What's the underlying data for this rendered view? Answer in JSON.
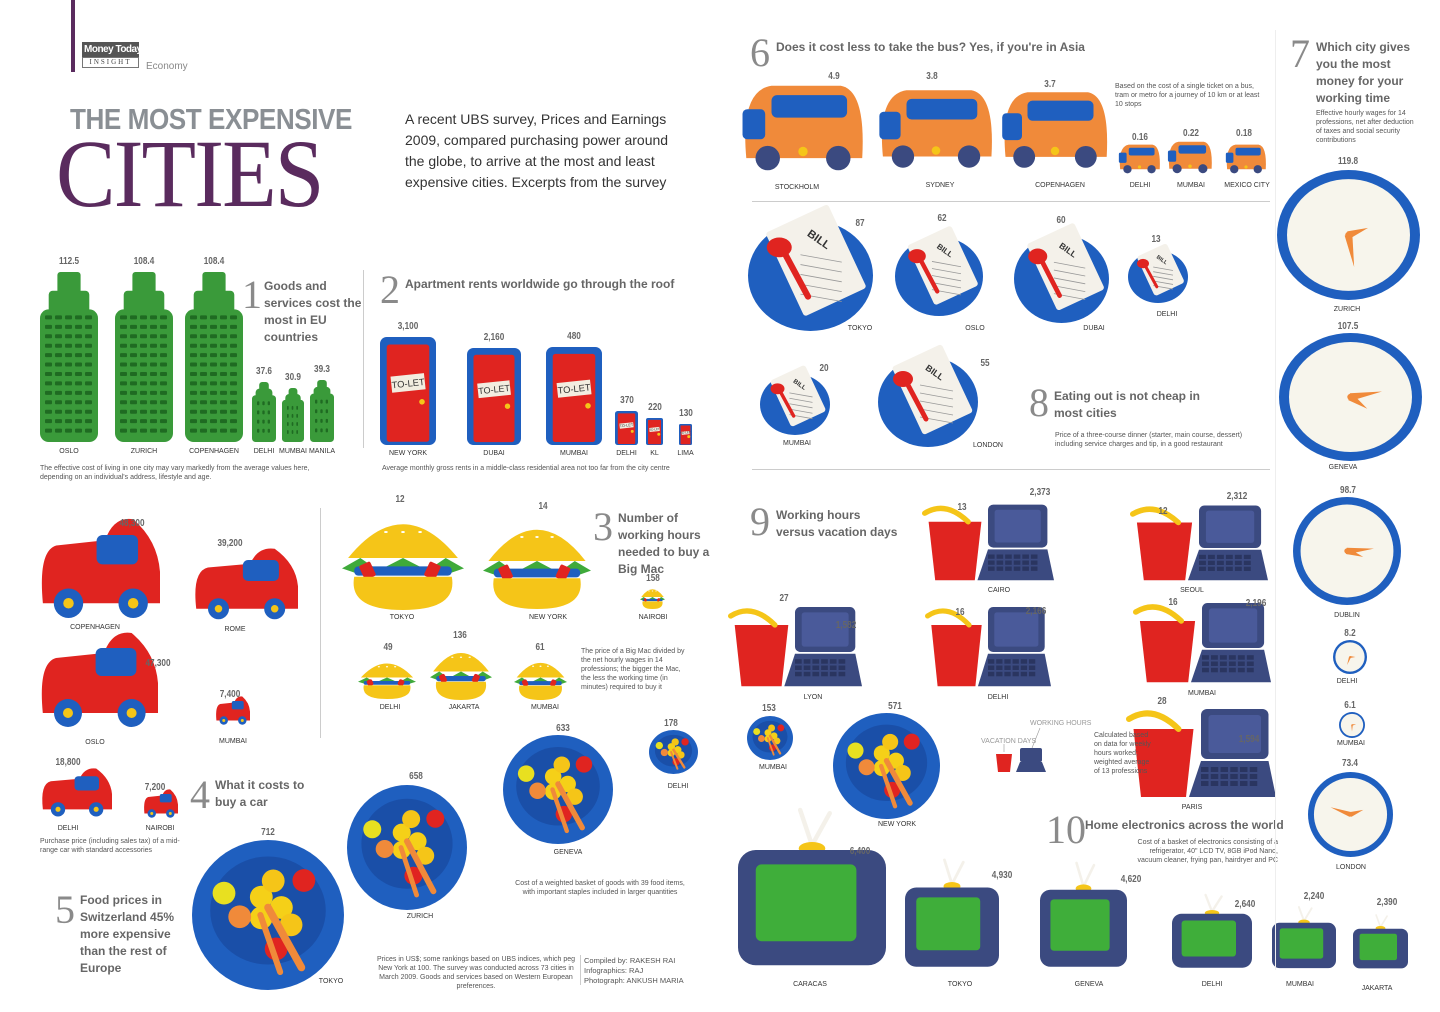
{
  "header": {
    "logo_top": "Money Today",
    "logo_bottom": "INSIGHT",
    "section": "Economy"
  },
  "title": {
    "line1": "THE MOST EXPENSIVE",
    "line2": "CITIES"
  },
  "intro": "A recent UBS survey, Prices and Earnings 2009, compared purchasing power around the globe, to arrive at the most and least expensive cities. Excerpts from the survey",
  "s1": {
    "num": "1",
    "title": "Goods and services cost the most in EU countries",
    "items": [
      {
        "city": "OSLO",
        "value": "112.5"
      },
      {
        "city": "ZURICH",
        "value": "108.4"
      },
      {
        "city": "COPENHAGEN",
        "value": "108.4"
      },
      {
        "city": "DELHI",
        "value": "37.6"
      },
      {
        "city": "MUMBAI",
        "value": "30.9"
      },
      {
        "city": "MANILA",
        "value": "39.3"
      }
    ],
    "note": "The effective cost of living in one city may vary markedly from the average values here, depending on an individual's address, lifestyle and age."
  },
  "s2": {
    "num": "2",
    "title": "Apartment rents worldwide go through the roof",
    "sign": "TO-LET",
    "items": [
      {
        "city": "NEW YORK",
        "value": "3,100"
      },
      {
        "city": "DUBAI",
        "value": "2,160"
      },
      {
        "city": "MUMBAI",
        "value": "480"
      },
      {
        "city": "DELHI",
        "value": "370"
      },
      {
        "city": "KL",
        "value": "220"
      },
      {
        "city": "LIMA",
        "value": "130"
      }
    ],
    "note": "Average monthly gross rents in a middle-class residential area not too far from the city centre"
  },
  "s3": {
    "num": "3",
    "title": "Number of working hours needed to buy a Big Mac",
    "items": [
      {
        "city": "TOKYO",
        "value": "12"
      },
      {
        "city": "NEW YORK",
        "value": "14"
      },
      {
        "city": "NAIROBI",
        "value": "158"
      },
      {
        "city": "DELHI",
        "value": "49"
      },
      {
        "city": "JAKARTA",
        "value": "136"
      },
      {
        "city": "MUMBAI",
        "value": "61"
      }
    ],
    "note": "The price of a Big Mac divided by the net hourly wages in 14 professions; the bigger the Mac, the less the working time (in minutes) required to buy it"
  },
  "s4": {
    "num": "4",
    "title": "What it costs to buy a car",
    "items": [
      {
        "city": "COPENHAGEN",
        "value": "48,300"
      },
      {
        "city": "ROME",
        "value": "39,200"
      },
      {
        "city": "OSLO",
        "value": "47,300"
      },
      {
        "city": "MUMBAI",
        "value": "7,400"
      },
      {
        "city": "DELHI",
        "value": "18,800"
      },
      {
        "city": "NAIROBI",
        "value": "7,200"
      }
    ],
    "note": "Purchase price (including sales tax) of a mid-range car with standard accessories"
  },
  "s5": {
    "num": "5",
    "title": "Food prices in Switzerland 45% more expensive than the rest of Europe",
    "items": [
      {
        "city": "TOKYO",
        "value": "712"
      },
      {
        "city": "ZURICH",
        "value": "658"
      },
      {
        "city": "GENEVA",
        "value": "633"
      },
      {
        "city": "DELHI",
        "value": "178"
      }
    ],
    "note": "Cost of a weighted basket of goods with 39 food items, with important staples included in larger quantities"
  },
  "footer": {
    "note": "Prices in US$; some rankings based on UBS indices, which peg New York at 100. The survey was conducted across 73 cities in March 2009. Goods and services based on Western European preferences.",
    "credit1": "Compiled by: RAKESH RAI",
    "credit2": "Infographics: RAJ",
    "credit3": "Photograph: ANKUSH MARIA"
  },
  "s6": {
    "num": "6",
    "title": "Does it cost less to take the bus? Yes, if you're in Asia",
    "items": [
      {
        "city": "STOCKHOLM",
        "value": "4.9"
      },
      {
        "city": "SYDNEY",
        "value": "3.8"
      },
      {
        "city": "COPENHAGEN",
        "value": "3.7"
      },
      {
        "city": "DELHI",
        "value": "0.16"
      },
      {
        "city": "MUMBAI",
        "value": "0.22"
      },
      {
        "city": "MEXICO CITY",
        "value": "0.18"
      }
    ],
    "note": "Based on the cost of a single ticket on a bus, tram or metro for a journey of 10 km or at least 10 stops"
  },
  "s7": {
    "num": "7",
    "title": "Which city gives you the most money for your working time",
    "note": "Effective hourly wages for 14 professions, net after deduction of taxes and social security contributions",
    "items": [
      {
        "city": "ZURICH",
        "value": "119.8"
      },
      {
        "city": "GENEVA",
        "value": "107.5"
      },
      {
        "city": "DUBLIN",
        "value": "98.7"
      },
      {
        "city": "DELHI",
        "value": "8.2"
      },
      {
        "city": "MUMBAI",
        "value": "6.1"
      },
      {
        "city": "LONDON",
        "value": "73.4"
      }
    ]
  },
  "s8": {
    "num": "8",
    "title": "Eating out is not cheap in most cities",
    "bill": "BILL",
    "items": [
      {
        "city": "TOKYO",
        "value": "87"
      },
      {
        "city": "OSLO",
        "value": "62"
      },
      {
        "city": "DUBAI",
        "value": "60"
      },
      {
        "city": "DELHI",
        "value": "13"
      },
      {
        "city": "MUMBAI",
        "value": "20"
      },
      {
        "city": "LONDON",
        "value": "55"
      }
    ],
    "note": "Price of a three-course dinner (starter, main course, dessert) including service charges and tip, in a good restaurant"
  },
  "s9": {
    "num": "9",
    "title": "Working hours versus vacation days",
    "legend_work": "WORKING HOURS",
    "legend_vac": "VACATION DAYS",
    "note": "Calculated based on data for weekly hours worked; weighted average of 13 professions",
    "items": [
      {
        "city": "CAIRO",
        "days": "13",
        "hours": "2,373"
      },
      {
        "city": "SEOUL",
        "days": "12",
        "hours": "2,312"
      },
      {
        "city": "LYON",
        "days": "27",
        "hours": "1,582"
      },
      {
        "city": "DELHI",
        "days": "16",
        "hours": "2,166"
      },
      {
        "city": "MUMBAI",
        "days": "16",
        "hours": "2,196"
      },
      {
        "city": "PARIS",
        "days": "28",
        "hours": "1,594"
      }
    ]
  },
  "s5b": {
    "items": [
      {
        "city": "MUMBAI",
        "value": "153"
      },
      {
        "city": "NEW YORK",
        "value": "571"
      }
    ]
  },
  "s10": {
    "num": "10",
    "title": "Home electronics across the world",
    "note": "Cost of a basket of electronics consisting of a refrigerator, 40\" LCD TV, 8GB iPod Nano, vacuum cleaner, frying pan, hairdryer and PC",
    "items": [
      {
        "city": "CARACAS",
        "value": "6,400"
      },
      {
        "city": "TOKYO",
        "value": "4,930"
      },
      {
        "city": "GENEVA",
        "value": "4,620"
      },
      {
        "city": "DELHI",
        "value": "2,640"
      },
      {
        "city": "MUMBAI",
        "value": "2,240"
      },
      {
        "city": "JAKARTA",
        "value": "2,390"
      }
    ]
  },
  "colors": {
    "green": "#3a9a3a",
    "red": "#e02420",
    "blue": "#1f5fbf",
    "orange": "#f08a3a",
    "yellow": "#f5c518",
    "navy": "#3b4a80",
    "purple": "#5a2b5e"
  }
}
